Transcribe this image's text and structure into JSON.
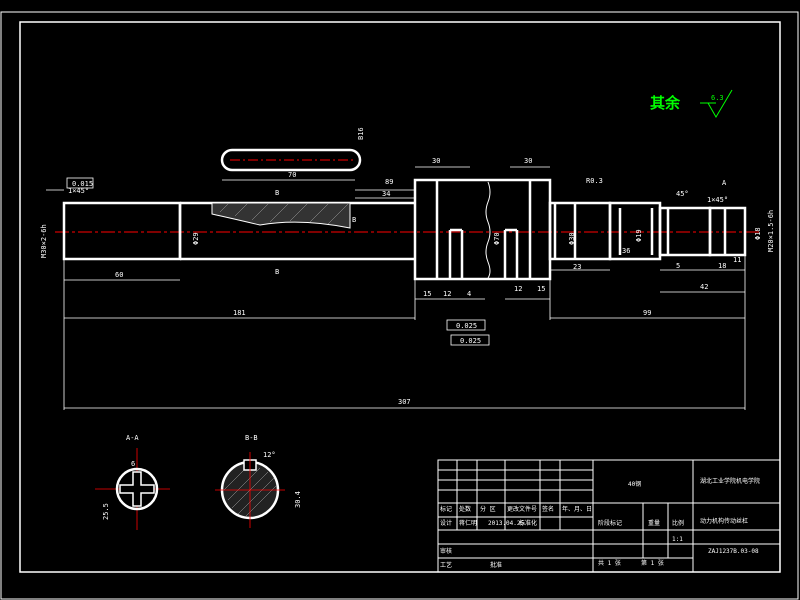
{
  "drawing": {
    "roughness_note": "其余",
    "roughness_value": "6.3",
    "section_aa_label": "A-A",
    "section_bb_label": "B-B"
  },
  "dims": {
    "d_70": "70",
    "d_89": "89",
    "d_34": "34",
    "d_30a": "30",
    "d_30b": "30",
    "d_60": "60",
    "d_181": "181",
    "d_99": "99",
    "d_42": "42",
    "d_307": "307",
    "d_15a": "15",
    "d_12a": "12",
    "d_4": "4",
    "d_12b": "12",
    "d_15b": "15",
    "d_23": "23",
    "d_36": "36",
    "d_5": "5",
    "d_18": "18",
    "d_11": "11",
    "d_R03": "R0.3",
    "d_45deg": "45°",
    "d_1x45a": "1×45°",
    "d_1x45b": "1×45°",
    "d_phi29": "Φ29",
    "d_phi70": "Φ70",
    "d_phi30": "Φ30",
    "d_phi19": "Φ19",
    "d_phi18": "Φ18",
    "d_b16": "B16",
    "d_m30": "M30×2-6h",
    "d_m20": "M20×1.5-6h",
    "d_tol1": "0.025",
    "d_tol2": "0.025",
    "d_tol3": "0.015",
    "d_B": "B",
    "d_A": "A",
    "d_6": "6",
    "d_255": "25.5",
    "d_12deg": "12°",
    "d_304": "30.4"
  },
  "title_block": {
    "material": "40钢",
    "school": "湖北工业学院机电学院",
    "drawing_name": "动力机构传动丝杠",
    "drawing_no": "ZAJ1237B.03-08",
    "scale": "1:1",
    "sheets_total": "共 1 张",
    "sheet_no": "第 1 张",
    "col_mark": "标记",
    "col_count": "处数",
    "col_zone": "分 区",
    "col_doc": "更改文件号",
    "col_sign": "签名",
    "col_date": "年、月、日",
    "designer_label": "设计",
    "designer_name": "蒋仁明",
    "design_date": "2013.04.25",
    "standard_label": "标准化",
    "stage_label": "阶段标记",
    "weight_label": "重量",
    "scale_label": "比例",
    "check_label": "审核",
    "process_label": "工艺",
    "approve_label": "批准"
  }
}
